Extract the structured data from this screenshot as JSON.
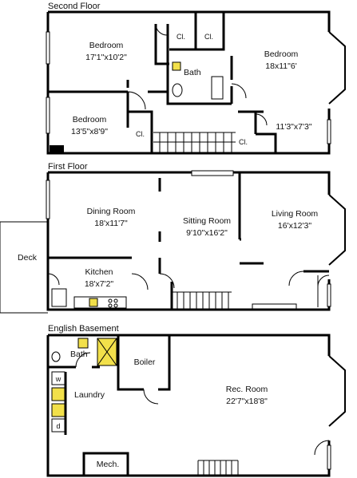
{
  "floors": [
    {
      "heading": "Second Floor",
      "rooms": [
        {
          "name": "Bedroom",
          "size": "17'1\"x10'2\""
        },
        {
          "name": "Bedroom",
          "size": "18x11\"6'"
        },
        {
          "name": "Bedroom",
          "size": "13'5\"x8'9\""
        },
        {
          "name": "",
          "size": "11'3\"x7'3\""
        }
      ],
      "labels": {
        "bath": "Bath",
        "closet": "Cl."
      }
    },
    {
      "heading": "First Floor",
      "rooms": [
        {
          "name": "Dining Room",
          "size": "18'x11'7\""
        },
        {
          "name": "Sitting Room",
          "size": "9'10\"x16'2\""
        },
        {
          "name": "Living Room",
          "size": "16'x12'3\""
        },
        {
          "name": "Kitchen",
          "size": "18'x7'2\""
        }
      ],
      "labels": {
        "deck": "Deck"
      }
    },
    {
      "heading": "English Basement",
      "rooms": [
        {
          "name": "Rec. Room",
          "size": "22'7\"x18'8\""
        }
      ],
      "labels": {
        "bath": "Bath",
        "boiler": "Boiler",
        "laundry": "Laundry",
        "mech": "Mech.",
        "washer": "w",
        "dryer": "d"
      }
    }
  ]
}
